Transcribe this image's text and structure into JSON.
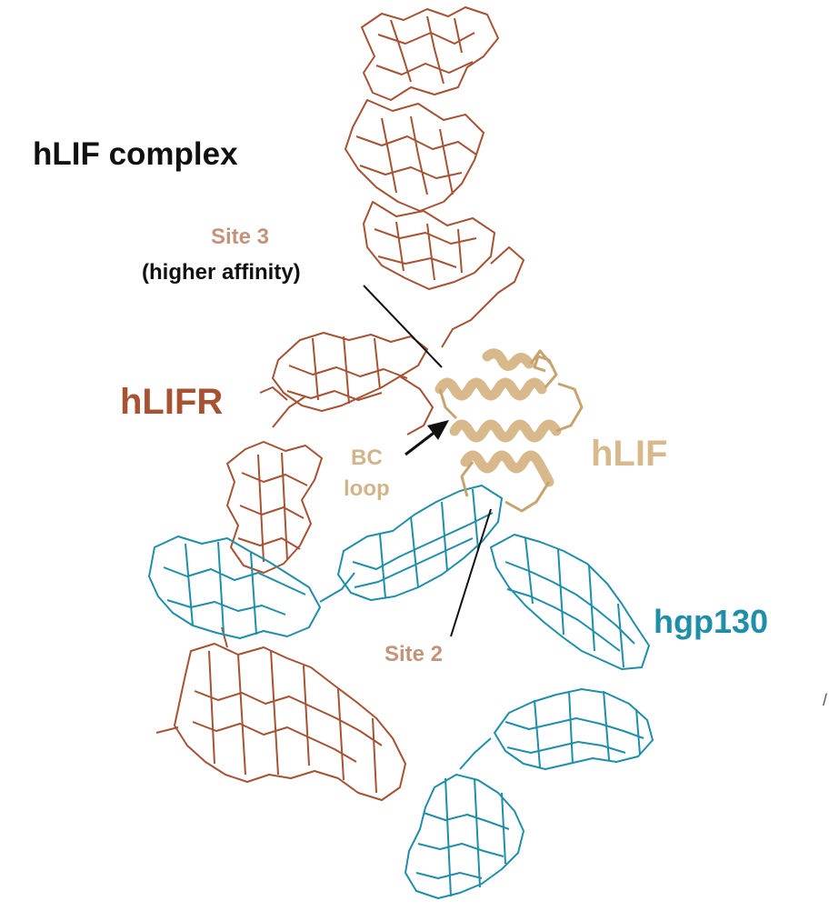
{
  "title": "hLIF complex",
  "labels": {
    "site3": "Site 3",
    "site3_note": "(higher affinity)",
    "lifr": "hLIFR",
    "lif": "hLIF",
    "bc_line1": "BC",
    "bc_line2": "loop",
    "gp130": "hgp130",
    "site2": "Site 2"
  },
  "colors": {
    "lifr": "#a65233",
    "lif": "#d8b98c",
    "gp130": "#1f8ea8",
    "site_label": "#c3937a",
    "text": "#111111"
  }
}
